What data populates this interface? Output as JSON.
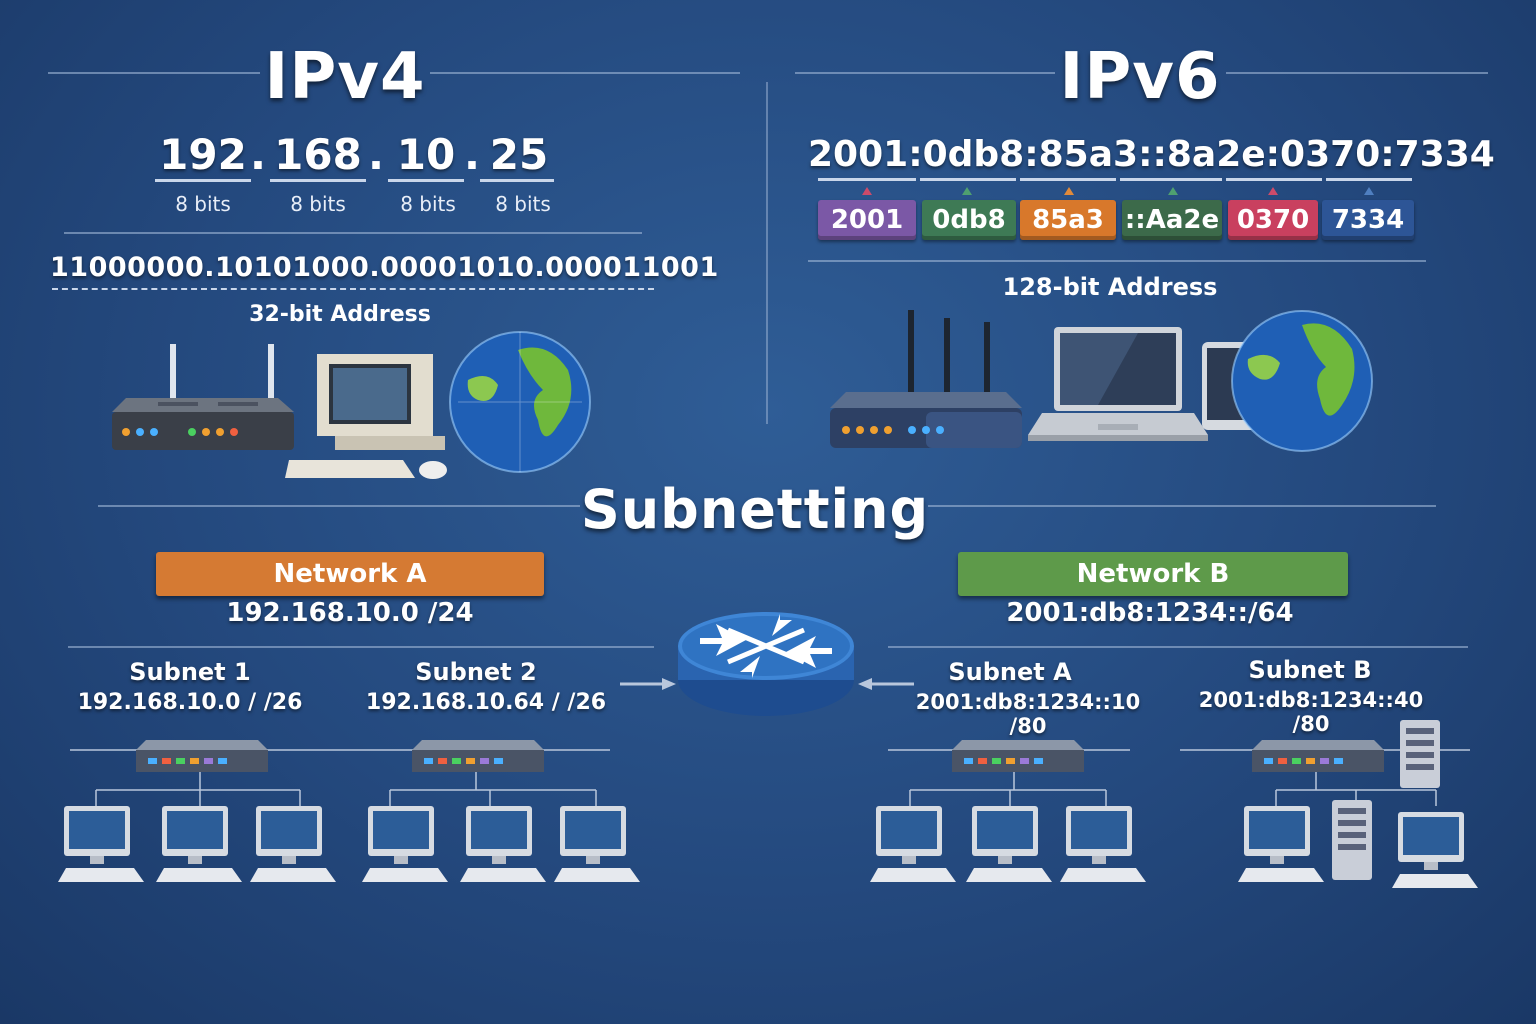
{
  "ipv4": {
    "title": "IPv4",
    "octets": [
      "192",
      "168",
      "10",
      "25"
    ],
    "separator": ".",
    "bits_label": "8 bits",
    "binary": "11000000.10101000.00001010.000011001",
    "caption": "32-bit Address"
  },
  "ipv6": {
    "title": "IPv6",
    "address": "2001:0db8:85a3::8a2e:0370:7334",
    "groups": [
      {
        "text": "2001",
        "color": "#7b58a6"
      },
      {
        "text": "0db8",
        "color": "#3e7a55"
      },
      {
        "text": "85a3",
        "color": "#d8782b"
      },
      {
        "text": "::Aa2e",
        "color": "#3c6a4a"
      },
      {
        "text": "0370",
        "color": "#c9405f"
      },
      {
        "text": "7334",
        "color": "#2d5596"
      }
    ],
    "caption": "128-bit Address"
  },
  "subnetting": {
    "title": "Subnetting",
    "network_a": {
      "label": "Network A",
      "address": "192.168.10.0  /24",
      "color": "#d57a33",
      "subnets": [
        {
          "name": "Subnet 1",
          "address": "192.168.10.0 / /26"
        },
        {
          "name": "Subnet 2",
          "address": "192.168.10.64 / /26"
        }
      ]
    },
    "network_b": {
      "label": "Network B",
      "address": "2001:db8:1234::/64",
      "color": "#5e9a4a",
      "subnets": [
        {
          "name": "Subnet A",
          "address": "2001:db8:1234::10 /80"
        },
        {
          "name": "Subnet B",
          "address": "2001:db8:1234::40 /80"
        }
      ]
    }
  }
}
